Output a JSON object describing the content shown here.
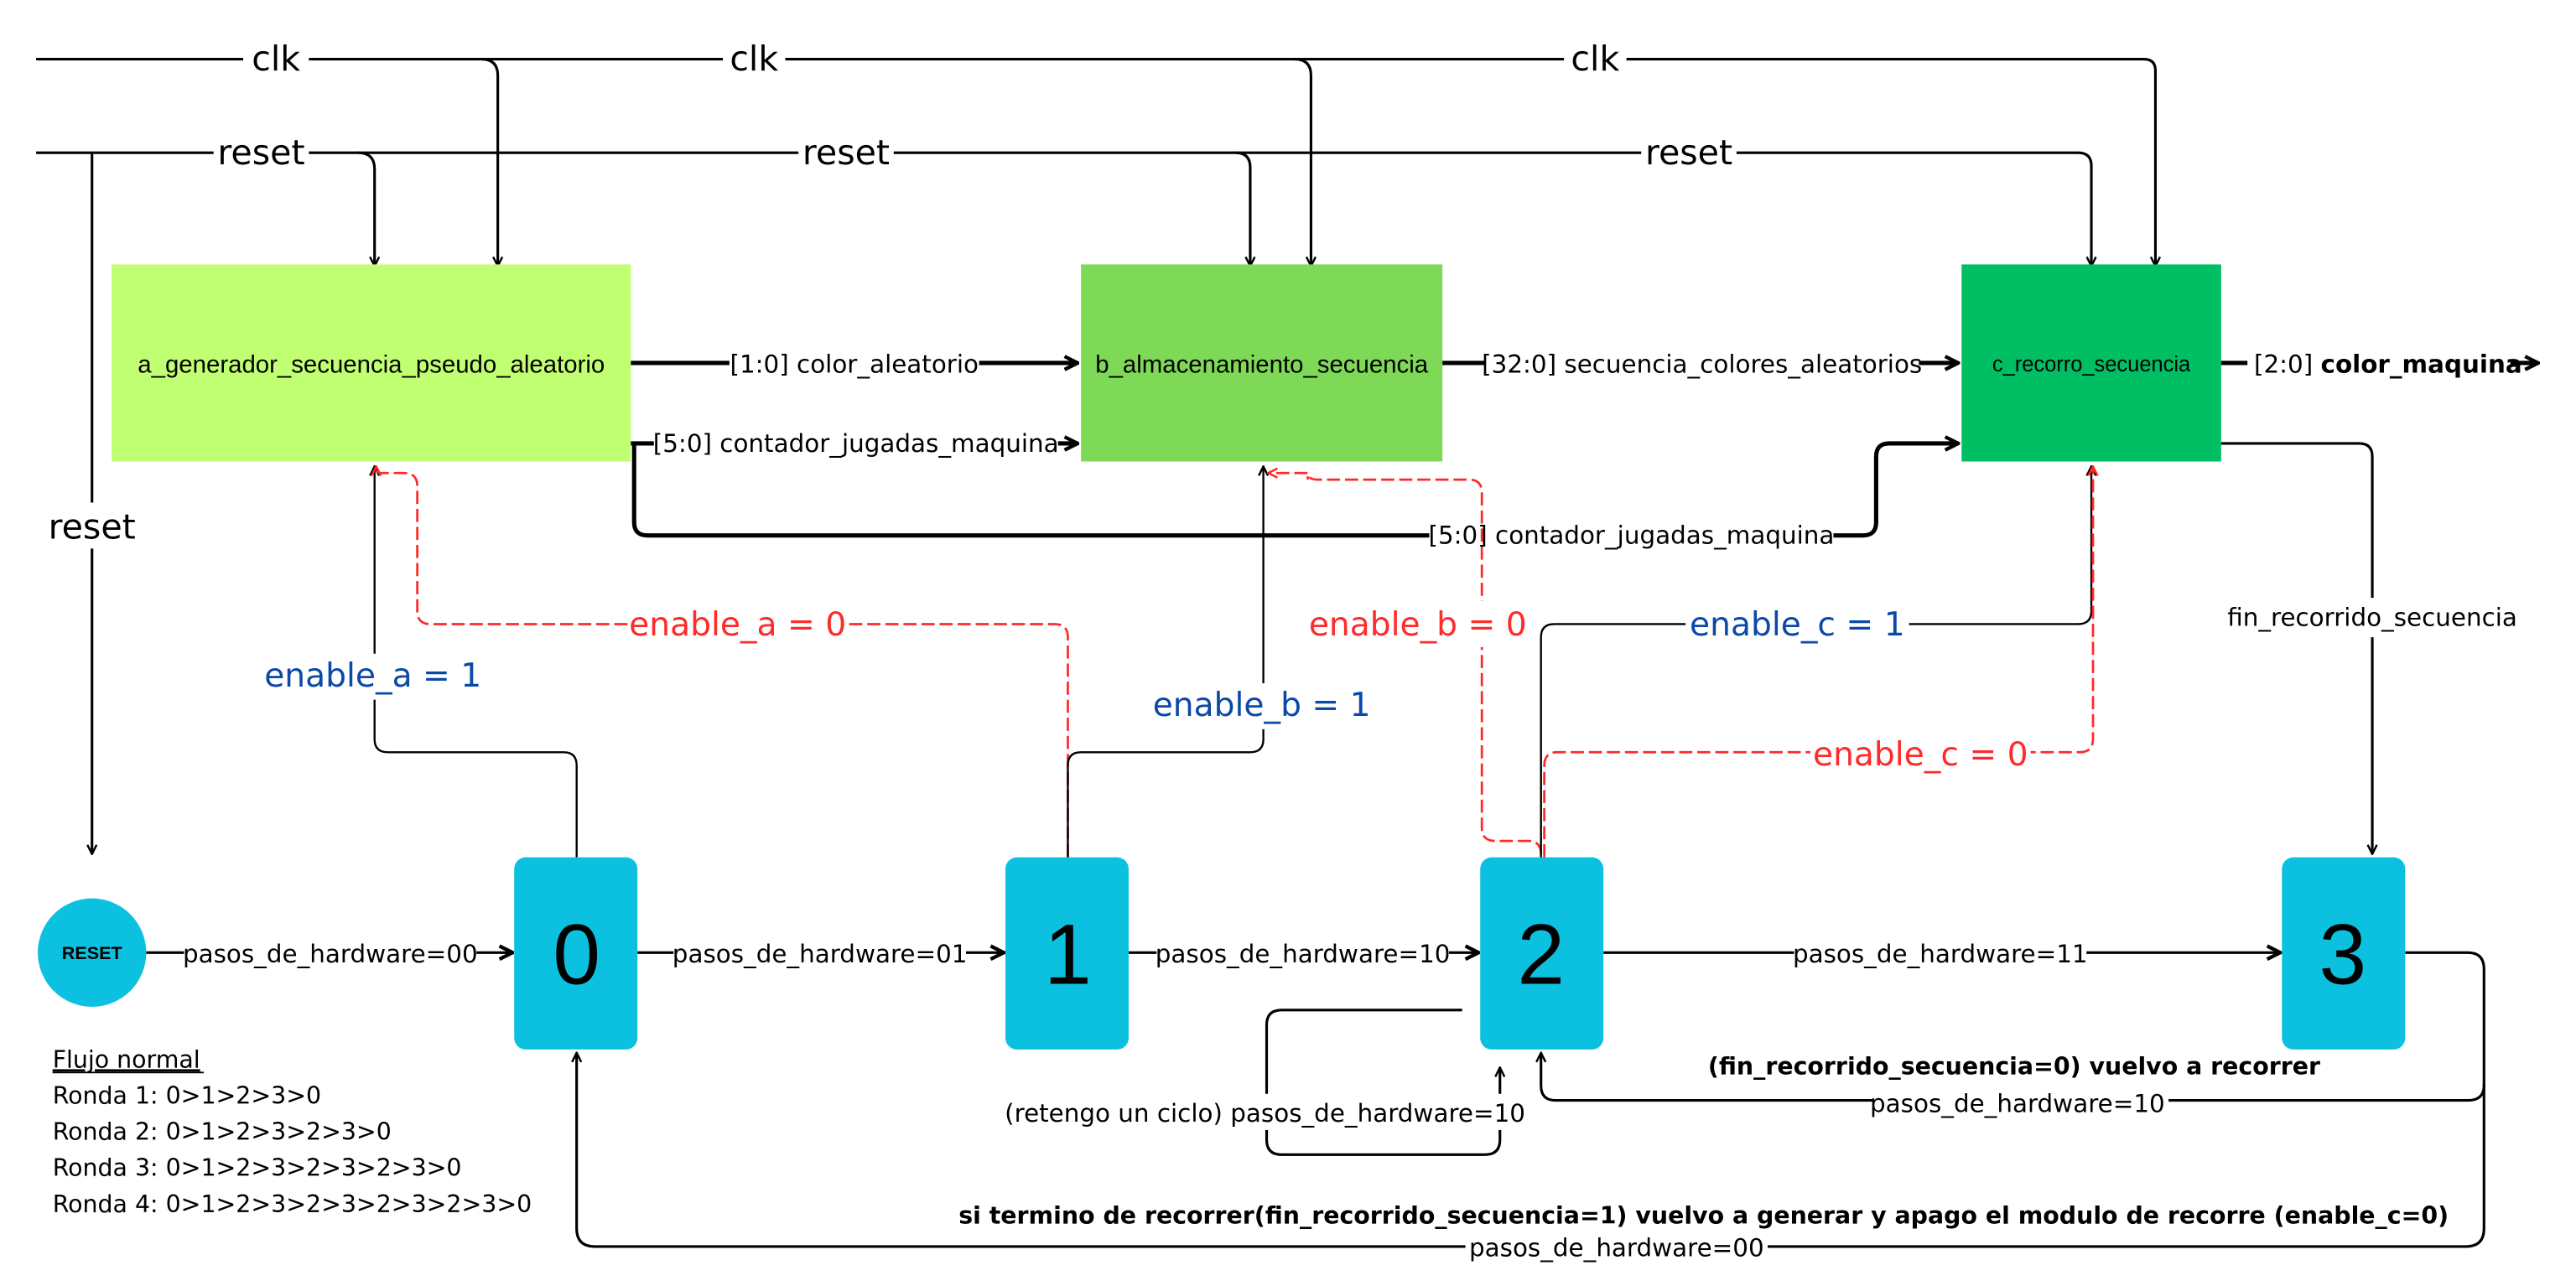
{
  "colors": {
    "module_a": "#c1ff72",
    "module_b": "#7ed957",
    "module_c": "#00bf63",
    "state": "#0cc0df",
    "enable_on": "#0a49a6",
    "enable_off": "#ff2a2a",
    "wire": "#000000"
  },
  "signals": {
    "clk": "clk",
    "reset": "reset"
  },
  "modules": {
    "a": {
      "name": "a_generador_secuencia_pseudo_aleatorio"
    },
    "b": {
      "name": "b_almacenamiento_secuencia"
    },
    "c": {
      "name": "c_recorro_secuencia"
    }
  },
  "buses": {
    "color_aleatorio": "[1:0] color_aleatorio",
    "contador_ab": "[5:0] contador_jugadas_maquina",
    "contador_ac": "[5:0] contador_jugadas_maquina",
    "secuencia": "[32:0] secuencia_colores_aleatorios",
    "color_maquina_width": "[2:0] ",
    "color_maquina_name": "color_maquina",
    "fin_recorrido": "fin_recorrido_secuencia"
  },
  "enables": {
    "a_on": "enable_a = 1",
    "a_off": "enable_a = 0",
    "b_on": "enable_b = 1",
    "b_off": "enable_b = 0",
    "c_on": "enable_c = 1",
    "c_off": "enable_c = 0"
  },
  "states": {
    "reset": "RESET",
    "s0": "0",
    "s1": "1",
    "s2": "2",
    "s3": "3"
  },
  "transitions": {
    "reset_to_0": "pasos_de_hardware=00",
    "s0_to_1": "pasos_de_hardware=01",
    "s1_to_2": "pasos_de_hardware=10",
    "s2_to_3": "pasos_de_hardware=11",
    "s2_hold": "(retengo un ciclo) pasos_de_hardware=10",
    "s3_to_2_note": "(fin_recorrido_secuencia=0) vuelvo a recorrer",
    "s3_to_2": "pasos_de_hardware=10",
    "s3_to_0_note": "si termino de recorrer(fin_recorrido_secuencia=1) vuelvo a generar y apago el modulo de recorre (enable_c=0)",
    "s3_to_0": "pasos_de_hardware=00"
  },
  "legend": {
    "title": "Flujo normal",
    "rows": [
      "Ronda 1:  0>1>2>3>0",
      "Ronda 2: 0>1>2>3>2>3>0",
      "Ronda 3: 0>1>2>3>2>3>2>3>0",
      "Ronda 4: 0>1>2>3>2>3>2>3>2>3>0"
    ]
  }
}
